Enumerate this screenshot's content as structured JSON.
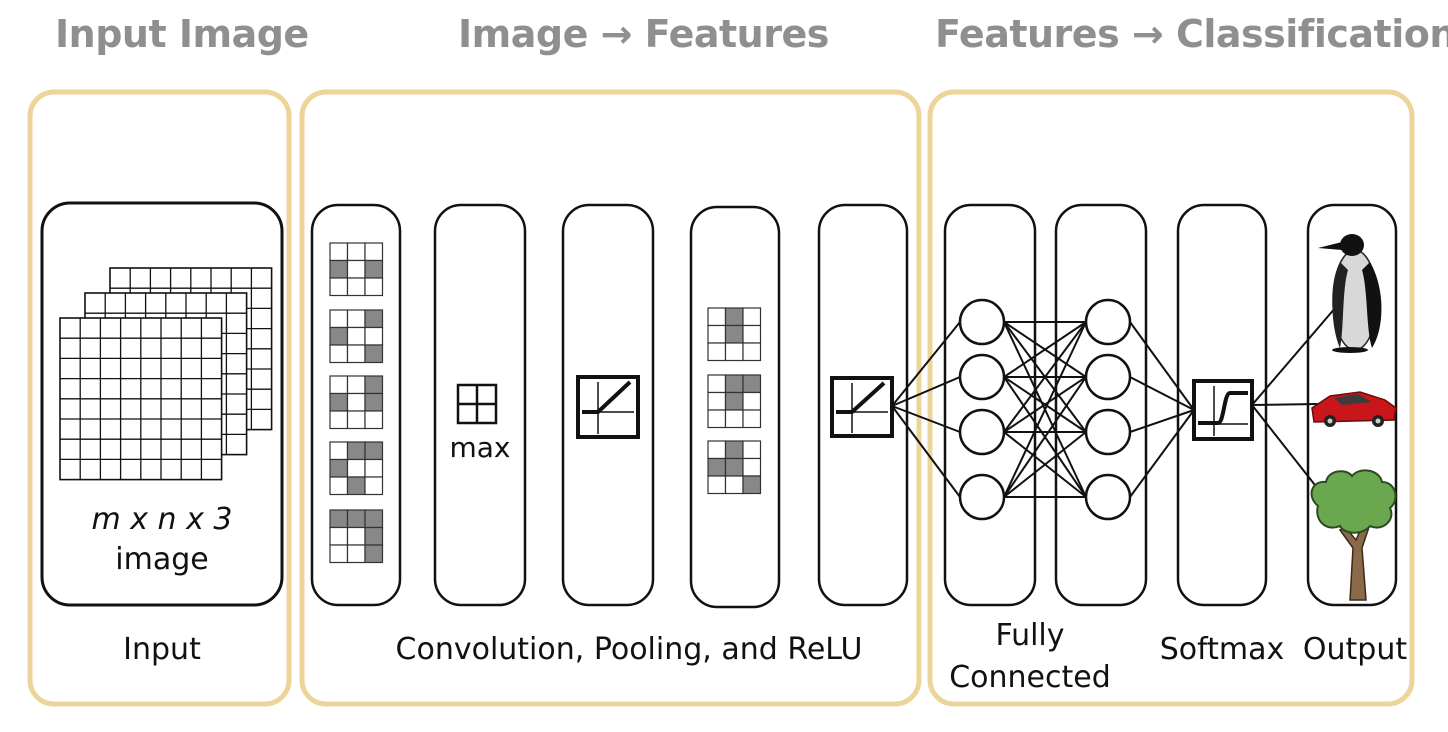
{
  "headers": {
    "input": "Input Image",
    "features": "Image → Features",
    "classification": "Features → Classification"
  },
  "labels": {
    "image_dims": "m x n x 3",
    "image_word": "image",
    "input": "Input",
    "max": "max",
    "conv_pool_relu": "Convolution, Pooling, and ReLU",
    "fully": "Fully",
    "connected": "Connected",
    "softmax": "Softmax",
    "output": "Output"
  },
  "colors": {
    "section_border": "#ecd49a",
    "header_text": "#8f8f8f",
    "stroke": "#111111",
    "filled_cell": "#888888"
  },
  "icons": [
    "penguin-icon",
    "red-car-icon",
    "tree-icon",
    "relu-graph-icon",
    "sigmoid-graph-icon",
    "max-pool-icon"
  ]
}
